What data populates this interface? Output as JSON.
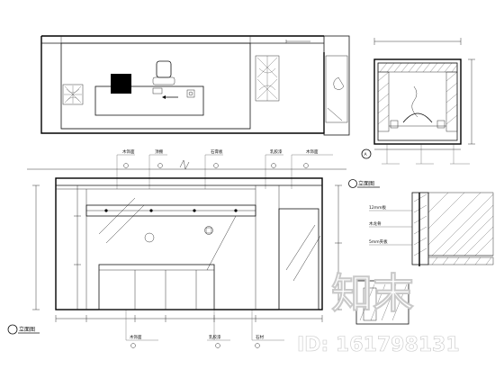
{
  "drawing": {
    "plan_panel": {
      "label": ""
    },
    "section_panel": {
      "tag": "A",
      "dim_top": "",
      "dim_right": ""
    },
    "elevation_panel": {
      "title_top": "立面图",
      "title_bottom": "立面图",
      "callouts_top": [
        "木饰面",
        "顶棚",
        "石膏板",
        "乳胶漆",
        "木饰面"
      ],
      "callouts_bottom": [
        "木饰面",
        "乳胶漆",
        "石材"
      ],
      "height_marks": [
        "",
        "",
        "",
        ""
      ],
      "base_dims": [
        "",
        "",
        "",
        "",
        "",
        ""
      ]
    },
    "detail_panel": {
      "callouts": [
        "12mm板",
        "木龙骨",
        "5mm夹板"
      ]
    }
  },
  "watermark": {
    "brand": "知末",
    "id_text": "ID: 161798131"
  }
}
